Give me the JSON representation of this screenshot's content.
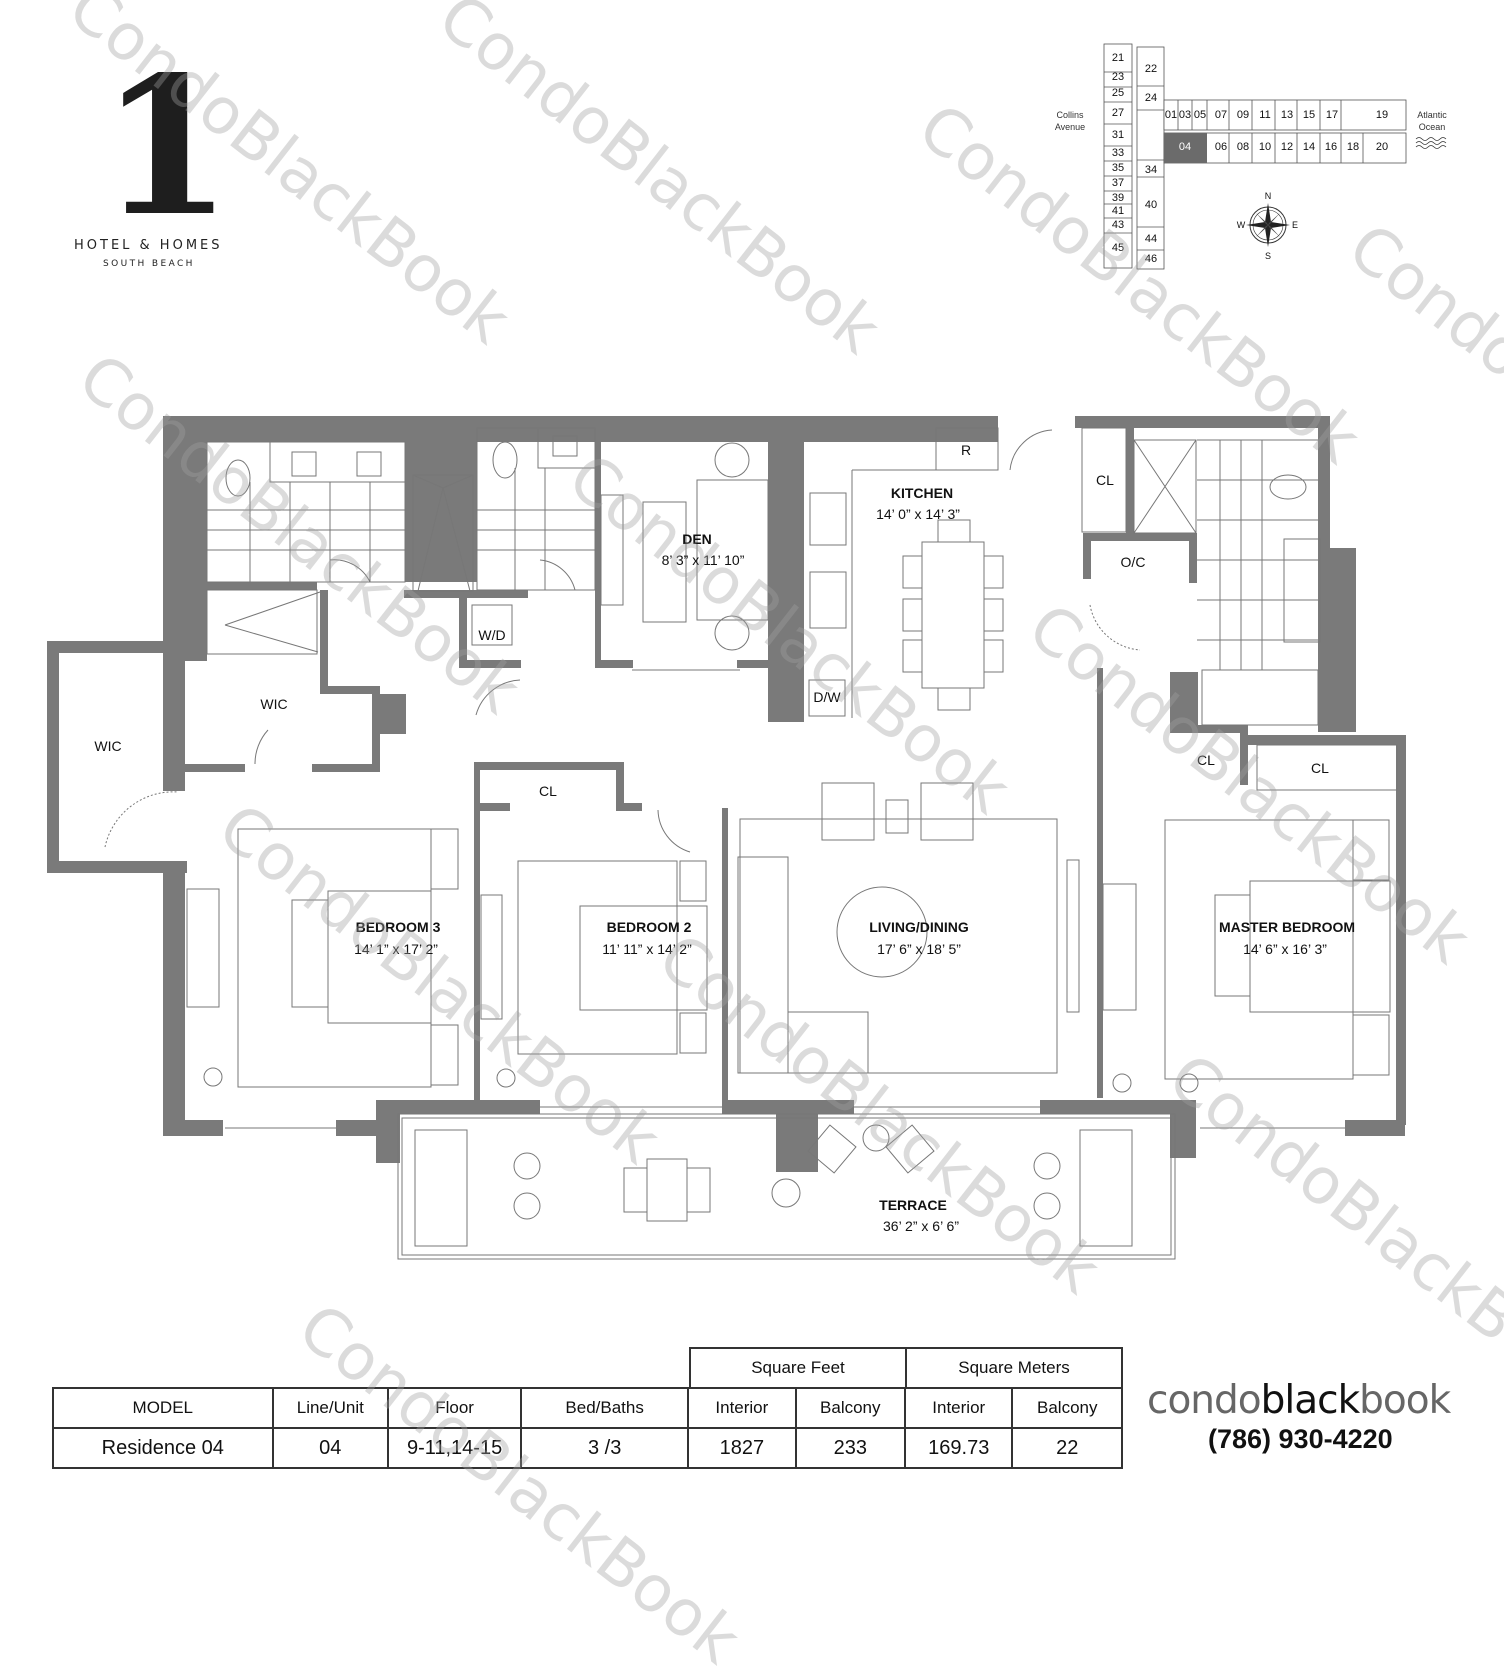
{
  "logo": {
    "numeral": "1",
    "line1": "HOTEL & HOMES",
    "line2": "SOUTH BEACH"
  },
  "keyplan": {
    "street_label": [
      "Collins",
      "Avenue"
    ],
    "ocean_label": [
      "Atlantic",
      "Ocean"
    ],
    "highlighted_unit": "04",
    "highlight_color": "#6b6b6b",
    "north_row": [
      "01",
      "03",
      "05",
      "07",
      "09",
      "11",
      "13",
      "15",
      "17",
      "19"
    ],
    "south_row": [
      "04",
      "06",
      "08",
      "10",
      "12",
      "14",
      "16",
      "18",
      "20"
    ],
    "west_column": [
      "21",
      "23",
      "25",
      "27",
      "31",
      "33",
      "35",
      "37",
      "39",
      "41",
      "43",
      "45"
    ],
    "inner_column": [
      "22",
      "24",
      "34",
      "40",
      "44",
      "46"
    ],
    "compass": {
      "n": "N",
      "s": "S",
      "e": "E",
      "w": "W"
    }
  },
  "floorplan": {
    "wall_color": "#7a7a7a",
    "rooms": {
      "den": {
        "name": "DEN",
        "dim": "8’ 3” x 11’ 10”"
      },
      "kitchen": {
        "name": "KITCHEN",
        "dim": "14’ 0” x 14’ 3”"
      },
      "living": {
        "name": "LIVING/DINING",
        "dim": "17’ 6” x 18’ 5”"
      },
      "master": {
        "name": "MASTER BEDROOM",
        "dim": "14’ 6” x 16’ 3”"
      },
      "bedroom2": {
        "name": "BEDROOM 2",
        "dim": "11’ 11” x 14’ 2”"
      },
      "bedroom3": {
        "name": "BEDROOM 3",
        "dim": "14’ 1” x 17’ 2”"
      },
      "terrace": {
        "name": "TERRACE",
        "dim": "36’ 2” x 6’ 6”"
      }
    },
    "labels": {
      "refrigerator": "R",
      "dishwasher": "D/W",
      "washer_dryer": "W/D",
      "wic_left": "WIC",
      "wic_center": "WIC",
      "closet_bed2": "CL",
      "closet_entry": "CL",
      "owner_closet": "O/C",
      "closet_master_small": "CL",
      "closet_master": "CL"
    }
  },
  "spec_table": {
    "group_headers": {
      "sqft": "Square Feet",
      "sqm": "Square Meters"
    },
    "headers": [
      "MODEL",
      "Line/Unit",
      "Floor",
      "Bed/Baths",
      "Interior",
      "Balcony",
      "Interior",
      "Balcony"
    ],
    "row": [
      "Residence 04",
      "04",
      "9-11,14-15",
      "3 /3",
      "1827",
      "233",
      "169.73",
      "22"
    ]
  },
  "brand": {
    "part1": "condo",
    "part2": "black",
    "part3": "book",
    "phone": "(786) 930-4220"
  },
  "watermark": "CondoBlackBook"
}
